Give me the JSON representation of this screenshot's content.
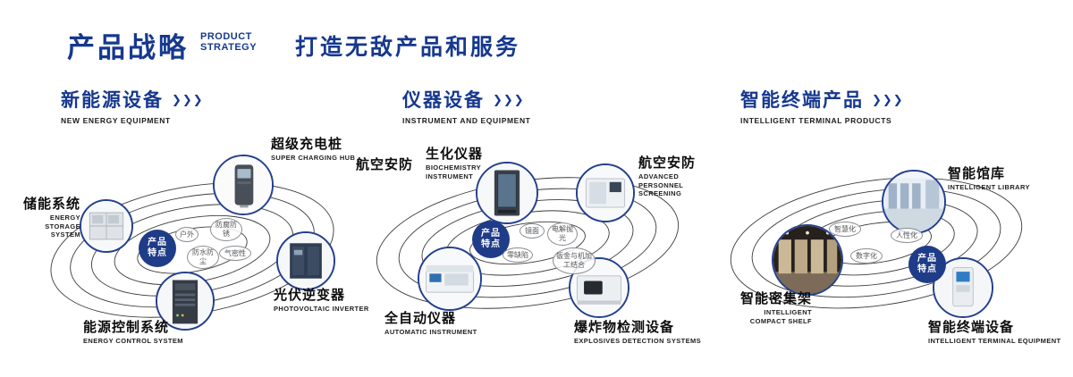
{
  "icons": {
    "triple_arrow": "❯❯❯"
  },
  "header": {
    "title": "产品战略",
    "subtitle_line1": "PRODUCT",
    "subtitle_line2": "STRATEGY",
    "tagline": "打造无敌产品和服务"
  },
  "sections": [
    {
      "title": "新能源设备",
      "subtitle": "NEW ENERGY EQUIPMENT",
      "badge_line1": "产品",
      "badge_line2": "特点",
      "features": [
        {
          "label": "防腐防锈"
        },
        {
          "label": "户外"
        },
        {
          "label": "气密性"
        },
        {
          "label": "防水防尘"
        }
      ],
      "products": [
        {
          "name": "超级充电桩",
          "en": "SUPER CHARGING HUB"
        },
        {
          "name": "储能系统",
          "en": "ENERGY STORAGE SYSTEM"
        },
        {
          "name": "光伏逆变器",
          "en": "PHOTOVOLTAIC INVERTER"
        },
        {
          "name": "能源控制系统",
          "en": "ENERGY CONTROL SYSTEM"
        }
      ]
    },
    {
      "title": "仪器设备",
      "subtitle": "INSTRUMENT AND EQUIPMENT",
      "badge_line1": "产品",
      "badge_line2": "特点",
      "extra_label": "航空安防",
      "features": [
        {
          "label": "镜面"
        },
        {
          "label": "电解抛光"
        },
        {
          "label": "零缺陷"
        },
        {
          "label": "钣金与机加工结合"
        }
      ],
      "products": [
        {
          "name": "生化仪器",
          "en": "BIOCHEMISTRY INSTRUMENT"
        },
        {
          "name": "航空安防",
          "en": "ADVANCED PERSONNEL SCREENING"
        },
        {
          "name": "全自动仪器",
          "en": "AUTOMATIC INSTRUMENT"
        },
        {
          "name": "爆炸物检测设备",
          "en": "EXPLOSIVES DETECTION SYSTEMS"
        }
      ]
    },
    {
      "title": "智能终端产品",
      "subtitle": "INTELLIGENT TERMINAL PRODUCTS",
      "badge_line1": "产品",
      "badge_line2": "特点",
      "features": [
        {
          "label": "智慧化"
        },
        {
          "label": "人性化"
        },
        {
          "label": "数字化"
        }
      ],
      "products": [
        {
          "name": "智能馆库",
          "en": "INTELLIGENT LIBRARY"
        },
        {
          "name": "智能密集架",
          "en": "INTELLIGENT COMPACT SHELF"
        },
        {
          "name": "智能终端设备",
          "en": "INTELLIGENT TERMINAL EQUIPMENT"
        }
      ]
    }
  ]
}
